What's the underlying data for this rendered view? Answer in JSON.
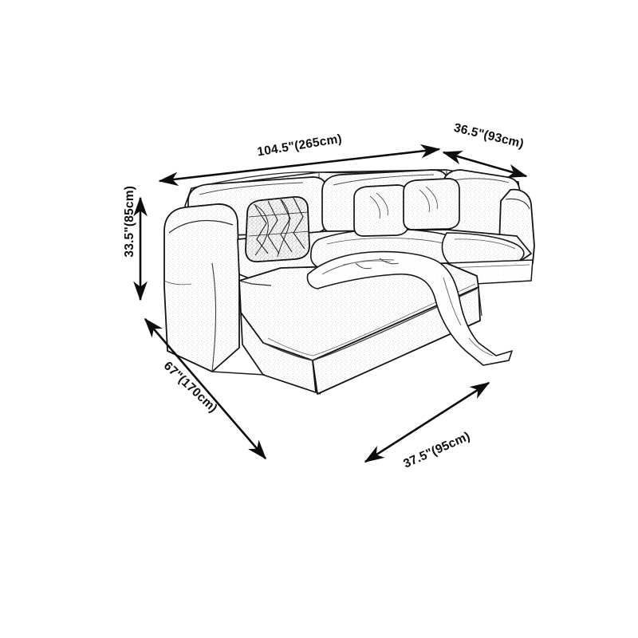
{
  "illustration": {
    "subject": "sectional-sofa-with-chaise",
    "style": "pencil-line-drawing",
    "line_color": "#101010",
    "fabric_tone": "#c9c9c9",
    "background": "#ffffff"
  },
  "dimensions": {
    "width": {
      "name": "overall-width",
      "label": "104.5\"(265cm)",
      "inches": 104.5,
      "cm": 265,
      "arrow": "double"
    },
    "depth_back": {
      "name": "backrest-depth",
      "label": "36.5\"(93cm)",
      "inches": 36.5,
      "cm": 93,
      "arrow": "double"
    },
    "height": {
      "name": "overall-height",
      "label": "33.5\"(85cm)",
      "inches": 33.5,
      "cm": 85,
      "arrow": "double"
    },
    "length_side": {
      "name": "chaise-length",
      "label": "67\"(170cm)",
      "inches": 67,
      "cm": 170,
      "arrow": "double"
    },
    "depth_front": {
      "name": "seat-depth",
      "label": "37.5\"(95cm)",
      "inches": 37.5,
      "cm": 95,
      "arrow": "double"
    }
  }
}
